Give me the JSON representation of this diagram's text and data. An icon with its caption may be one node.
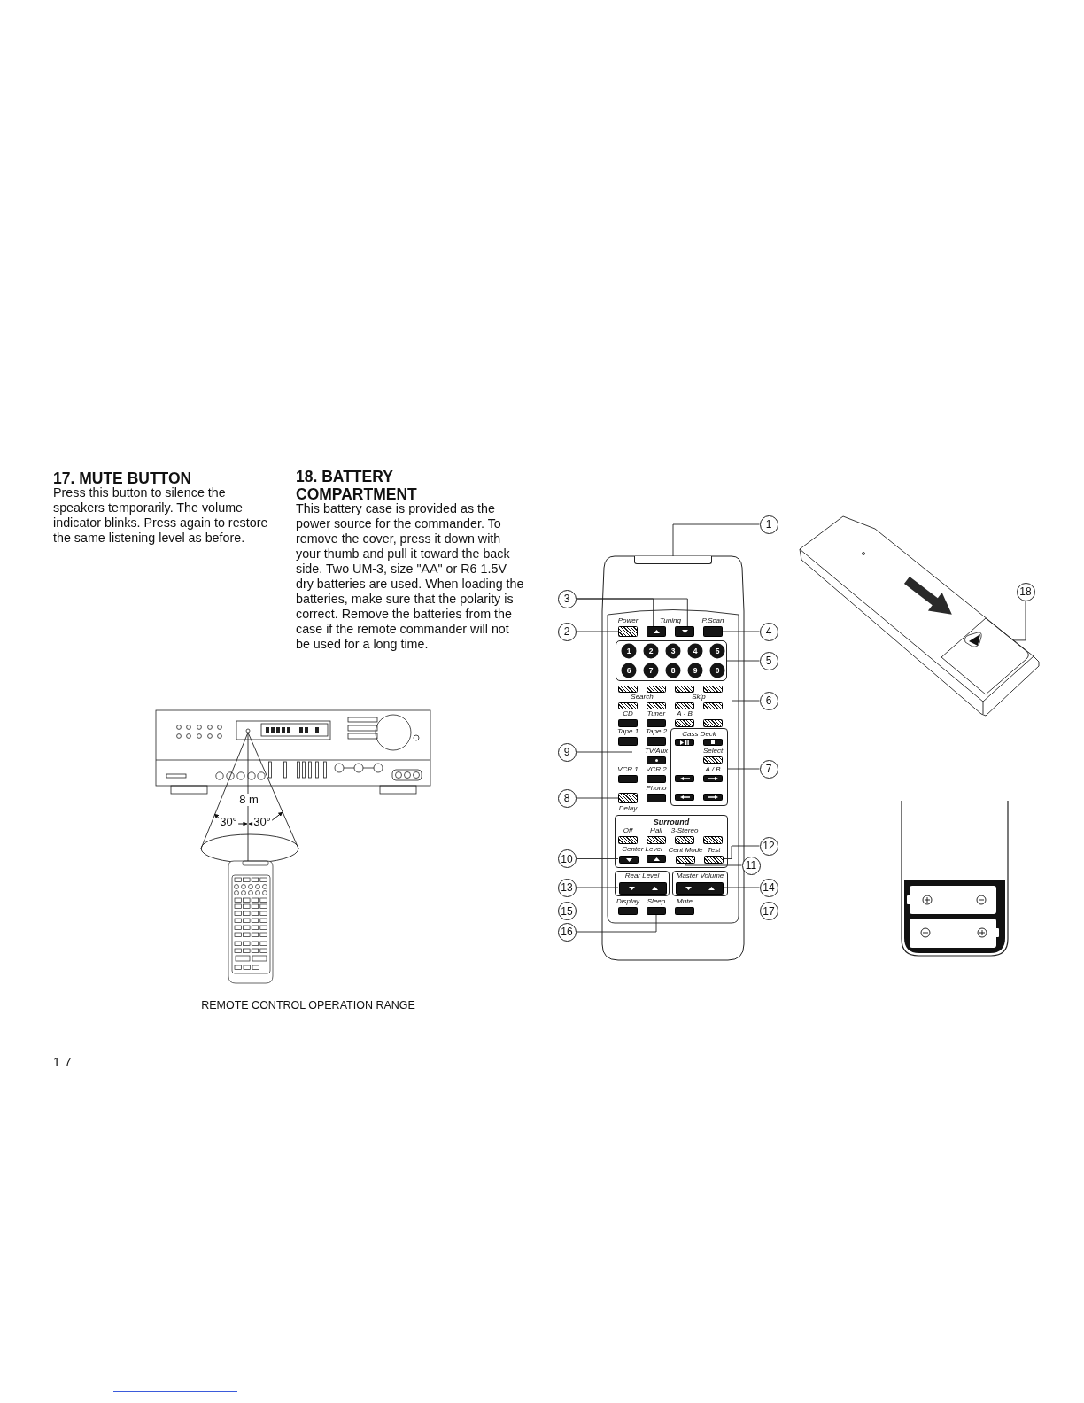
{
  "diagram": {
    "caption": "REMOTE CONTROL OPERATION RANGE",
    "nodes": [
      {
        "text": [
          "1"
        ]
      },
      {
        "text": [
          "2"
        ]
      },
      {
        "text": [
          "3"
        ]
      },
      {
        "text": [
          "4"
        ]
      },
      {
        "text": [
          "5"
        ]
      },
      {
        "text": [
          "6"
        ]
      },
      {
        "text": [
          "7"
        ]
      },
      {
        "text": [
          "8"
        ]
      },
      {
        "text": [
          "9"
        ]
      },
      {
        "text": [
          "10"
        ]
      },
      {
        "text": [
          "11"
        ]
      },
      {
        "text": [
          "12"
        ]
      },
      {
        "text": [
          "13"
        ]
      },
      {
        "text": [
          "14"
        ]
      },
      {
        "text": [
          "15"
        ]
      },
      {
        "text": [
          "16"
        ]
      },
      {
        "text": [
          "17"
        ]
      },
      {
        "text": [
          "18"
        ]
      },
      {
        "text": [],
        "shape": "box"
      },
      {
        "text": [],
        "shape": "box",
        "beside": [
          "Power"
        ]
      },
      {
        "text": [],
        "shape": "box"
      },
      {
        "text": [],
        "shape": "box"
      },
      {
        "text": [],
        "shape": "box",
        "beside": [
          "P.Scan"
        ]
      },
      {
        "text": [],
        "shape": "box"
      },
      {
        "text": [],
        "shape": "bar"
      },
      {
        "text": [
          "Cass Deck"
        ]
      },
      {
        "text": [],
        "shape": "box",
        "beside": [
          "Delay"
        ]
      },
      {
        "text": [
          "Surround"
        ]
      },
      {
        "text": [],
        "shape": "box",
        "in": 27
      },
      {
        "text": [],
        "shape": "box",
        "in": 27,
        "beside": [
          "Cent Mode"
        ]
      },
      {
        "text": [],
        "shape": "box",
        "in": 27,
        "beside": [
          "Test"
        ]
      },
      {
        "text": [
          "Rear Level"
        ]
      },
      {
        "text": [],
        "shape": "box",
        "in": 31
      },
      {
        "text": [
          "Master Volume"
        ]
      },
      {
        "text": [],
        "shape": "box",
        "in": 33
      },
      {
        "text": [],
        "shape": "box",
        "beside": [
          "Display"
        ]
      },
      {
        "text": [],
        "shape": "box",
        "beside": [
          "Sleep"
        ]
      },
      {
        "text": [],
        "shape": "box",
        "beside": [
          "Mute"
        ]
      },
      {
        "text": [],
        "shape": "picture"
      },
      {
        "text": [],
        "shape": "box",
        "in": 38
      }
    ],
    "edges": [
      {
        "from": 0,
        "to": 18,
        "arrow": "none"
      },
      {
        "from": 1,
        "to": 19,
        "arrow": "none"
      },
      {
        "from": 2,
        "to": 20,
        "arrow": "none"
      },
      {
        "from": 2,
        "to": 21,
        "arrow": "none"
      },
      {
        "from": 3,
        "to": 22,
        "arrow": "none"
      },
      {
        "from": 4,
        "to": 23,
        "arrow": "none"
      },
      {
        "from": 5,
        "to": 24,
        "arrow": "none"
      },
      {
        "from": 6,
        "to": 25,
        "arrow": "none"
      },
      {
        "from": 7,
        "to": 26,
        "arrow": "none"
      },
      {
        "from": 8,
        "to": null,
        "arrow": "none"
      },
      {
        "from": 9,
        "to": 28,
        "arrow": "none"
      },
      {
        "from": 10,
        "to": 29,
        "arrow": "none"
      },
      {
        "from": 11,
        "to": 30,
        "arrow": "none"
      },
      {
        "from": 12,
        "to": 32,
        "arrow": "none"
      },
      {
        "from": 13,
        "to": 34,
        "arrow": "none"
      },
      {
        "from": 14,
        "to": 35,
        "arrow": "none"
      },
      {
        "from": 15,
        "to": 36,
        "arrow": "none"
      },
      {
        "from": 16,
        "to": 37,
        "arrow": "none"
      },
      {
        "from": 17,
        "to": 39,
        "arrow": "none"
      }
    ],
    "labels": [
      "17. MUTE BUTTON",
      "Press this button to silence the speakers temporarily. The volume indicator blinks. Press again to restore the same listening level as before.",
      "18. BATTERY COMPARTMENT",
      "This battery case is provided as the power source for the commander. To remove the cover, press it down with your thumb and pull it toward the back side. Two UM-3, size \"AA\" or R6 1.5V dry batteries are used. When loading the batteries, make sure that the polarity is correct. Remove the batteries from the case if the remote commander will not be used for a long time.",
      "Tuning",
      "1",
      "2",
      "3",
      "4",
      "5",
      "6",
      "7",
      "8",
      "9",
      "0",
      "Search",
      "Skip",
      "CD",
      "Tuner",
      "A - B",
      "Tape 1",
      "Tape 2",
      "TV/Aux",
      "Select",
      "VCR 1",
      "VCR 2",
      "A / B",
      "Phono",
      "Off",
      "Hall",
      "3-Stereo",
      "Center Level",
      "8 m",
      "30°",
      "30°",
      "17"
    ]
  }
}
